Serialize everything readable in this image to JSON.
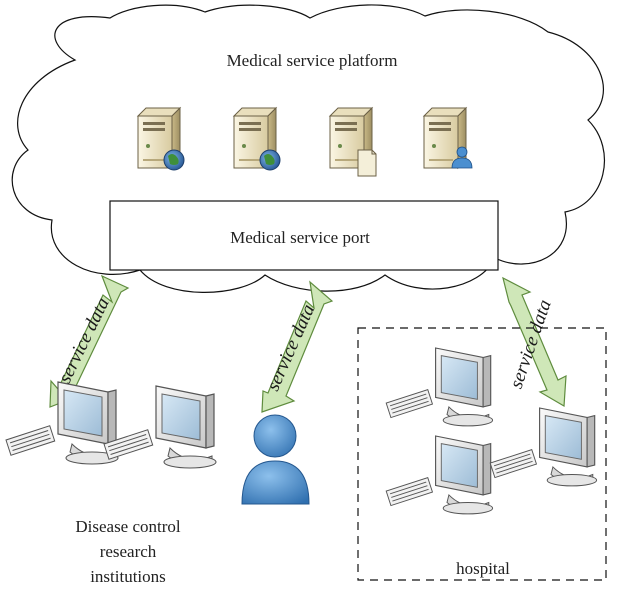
{
  "platform": {
    "title": "Medical service platform",
    "servers": [
      {
        "icon": "server-globe-icon"
      },
      {
        "icon": "server-globe-icon"
      },
      {
        "icon": "server-document-icon"
      },
      {
        "icon": "server-user-icon"
      }
    ]
  },
  "port": {
    "label": "Medical service port"
  },
  "flows": [
    {
      "label": "service data"
    },
    {
      "label": "service data"
    },
    {
      "label": "service data"
    }
  ],
  "groups": {
    "disease_control": {
      "line1": "Disease control",
      "line2": "research",
      "line3": "institutions"
    },
    "hospital": {
      "label": "hospital"
    }
  },
  "colors": {
    "arrow_fill": "#cfe7b8",
    "arrow_stroke": "#5f8c3e",
    "user_blue": "#3b7fc2",
    "server_body": "#efe6c8"
  }
}
